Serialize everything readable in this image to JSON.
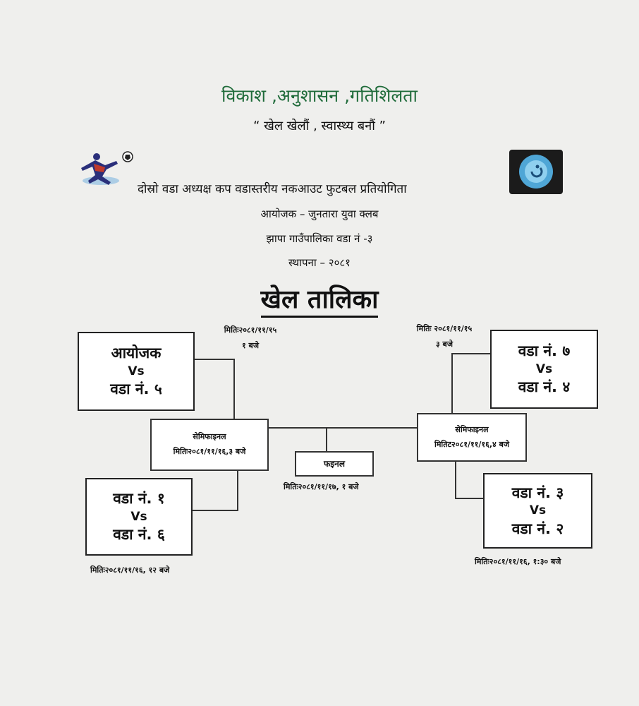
{
  "header": {
    "motto": "विकाश ,अनुशासन ,गतिशिलता",
    "slogan": "“ खेल खेलौं , स्वास्थ्य बनौं ”",
    "tournament": "दोस्रो वडा अध्यक्ष कप वडास्तरीय नकआउट फुटबल प्रतियोगिता",
    "organizer": "आयोजक – जुनतारा युवा क्लब",
    "address": "झापा गाउँपालिका वडा नं -३",
    "established": "स्थापना – २०८१",
    "schedule_title": "खेल तालिका"
  },
  "icons": {
    "left": "football-player-icon",
    "right": "club-logo-icon",
    "player_color": "#2a2f7a",
    "logo_color": "#4fa6d6"
  },
  "matches": {
    "m1": {
      "team_a": "आयोजक",
      "vs": "Vs",
      "team_b": "वडा नं. ५",
      "date": "मितिः२०८१/११/१५",
      "time": "१ बजे"
    },
    "m2": {
      "team_a": "वडा नं. १",
      "vs": "Vs",
      "team_b": "वडा नं. ६",
      "datetime": "मितिः२०८१/११/१६, १२ बजे"
    },
    "m3": {
      "team_a": "वडा नं. ७",
      "vs": "Vs",
      "team_b": "वडा नं. ४",
      "date": "मितिः २०८१/११/१५",
      "time": "३ बजे"
    },
    "m4": {
      "team_a": "वडा नं. ३",
      "vs": "Vs",
      "team_b": "वडा नं. २",
      "datetime": "मितिः२०८१/११/१६, १:३० बजे"
    }
  },
  "semifinals": {
    "left": {
      "label": "सेमिफाइनल",
      "datetime": "मितिः२०८१/११/१६,३ बजे"
    },
    "right": {
      "label": "सेमिफाइनल",
      "datetime": "मितिट२०८१/११/१६,४ बजे"
    }
  },
  "final": {
    "label": "फइनल",
    "datetime": "मितिः२०८१/११/१७, १ बजे"
  }
}
